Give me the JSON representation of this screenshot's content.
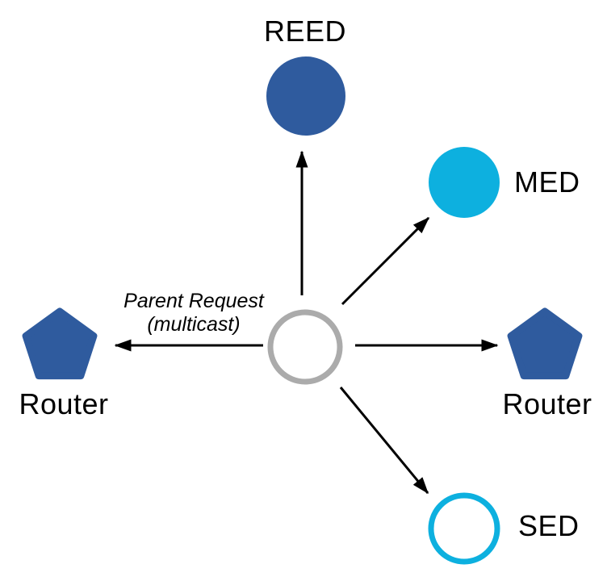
{
  "diagram": {
    "type": "network-topology",
    "annotation": {
      "line1": "Parent Request",
      "line2": "(multicast)"
    },
    "nodes": {
      "reed": {
        "label": "REED",
        "shape": "circle-filled"
      },
      "med": {
        "label": "MED",
        "shape": "circle-filled"
      },
      "router_left": {
        "label": "Router",
        "shape": "pentagon-filled"
      },
      "router_right": {
        "label": "Router",
        "shape": "pentagon-filled"
      },
      "sed": {
        "label": "SED",
        "shape": "circle-outline"
      },
      "center": {
        "label": "",
        "shape": "circle-outline-gray"
      }
    },
    "edges": [
      {
        "from": "center",
        "to": "reed"
      },
      {
        "from": "center",
        "to": "med"
      },
      {
        "from": "center",
        "to": "router_left",
        "label": "Parent Request (multicast)"
      },
      {
        "from": "center",
        "to": "router_right"
      },
      {
        "from": "center",
        "to": "sed"
      }
    ]
  },
  "colors": {
    "dark_blue": "#2F5B9E",
    "cyan": "#0DB0DF",
    "gray": "#ABABAB",
    "arrow_black": "#000000",
    "background": "#FFFFFF",
    "node_fill_white": "#FFFFFF"
  }
}
